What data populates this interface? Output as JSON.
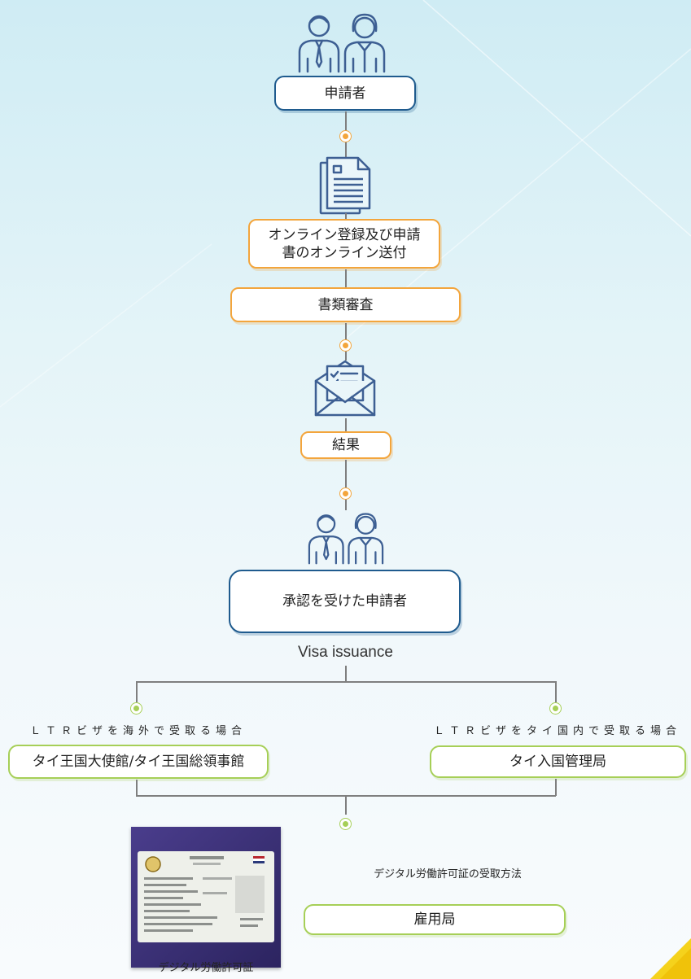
{
  "steps": {
    "applicant": "申請者",
    "online_registration": [
      "オンライン登録及び申請",
      "書のオンライン送付"
    ],
    "document_review": "書類審査",
    "result": "結果",
    "approved_applicant": "承認を受けた申請者"
  },
  "visa_issuance_label": "Visa issuance",
  "branches": {
    "abroad": {
      "caption": "ＬＴＲビザを海外で受取る場合",
      "office": "タイ王国大使館/タイ王国総領事館"
    },
    "in_thailand": {
      "caption": "ＬＴＲビザをタイ国内で受取る場合",
      "office": "タイ入国管理局"
    }
  },
  "work_permit": {
    "method_caption": "デジタル労働許可証の受取方法",
    "office": "雇用局",
    "card_caption": "デジタル労働許可証"
  },
  "icons": [
    "people-icon",
    "document-icon",
    "envelope-checklist-icon",
    "people-icon",
    "work-permit-card-image"
  ],
  "colors": {
    "blue_border": "#1f5b8e",
    "orange_border": "#f3a53c",
    "green_border": "#a6cf57",
    "connector": "#7f7f7f",
    "icon_stroke": "#3d5f93",
    "corner_accent": "#f5d21c"
  }
}
